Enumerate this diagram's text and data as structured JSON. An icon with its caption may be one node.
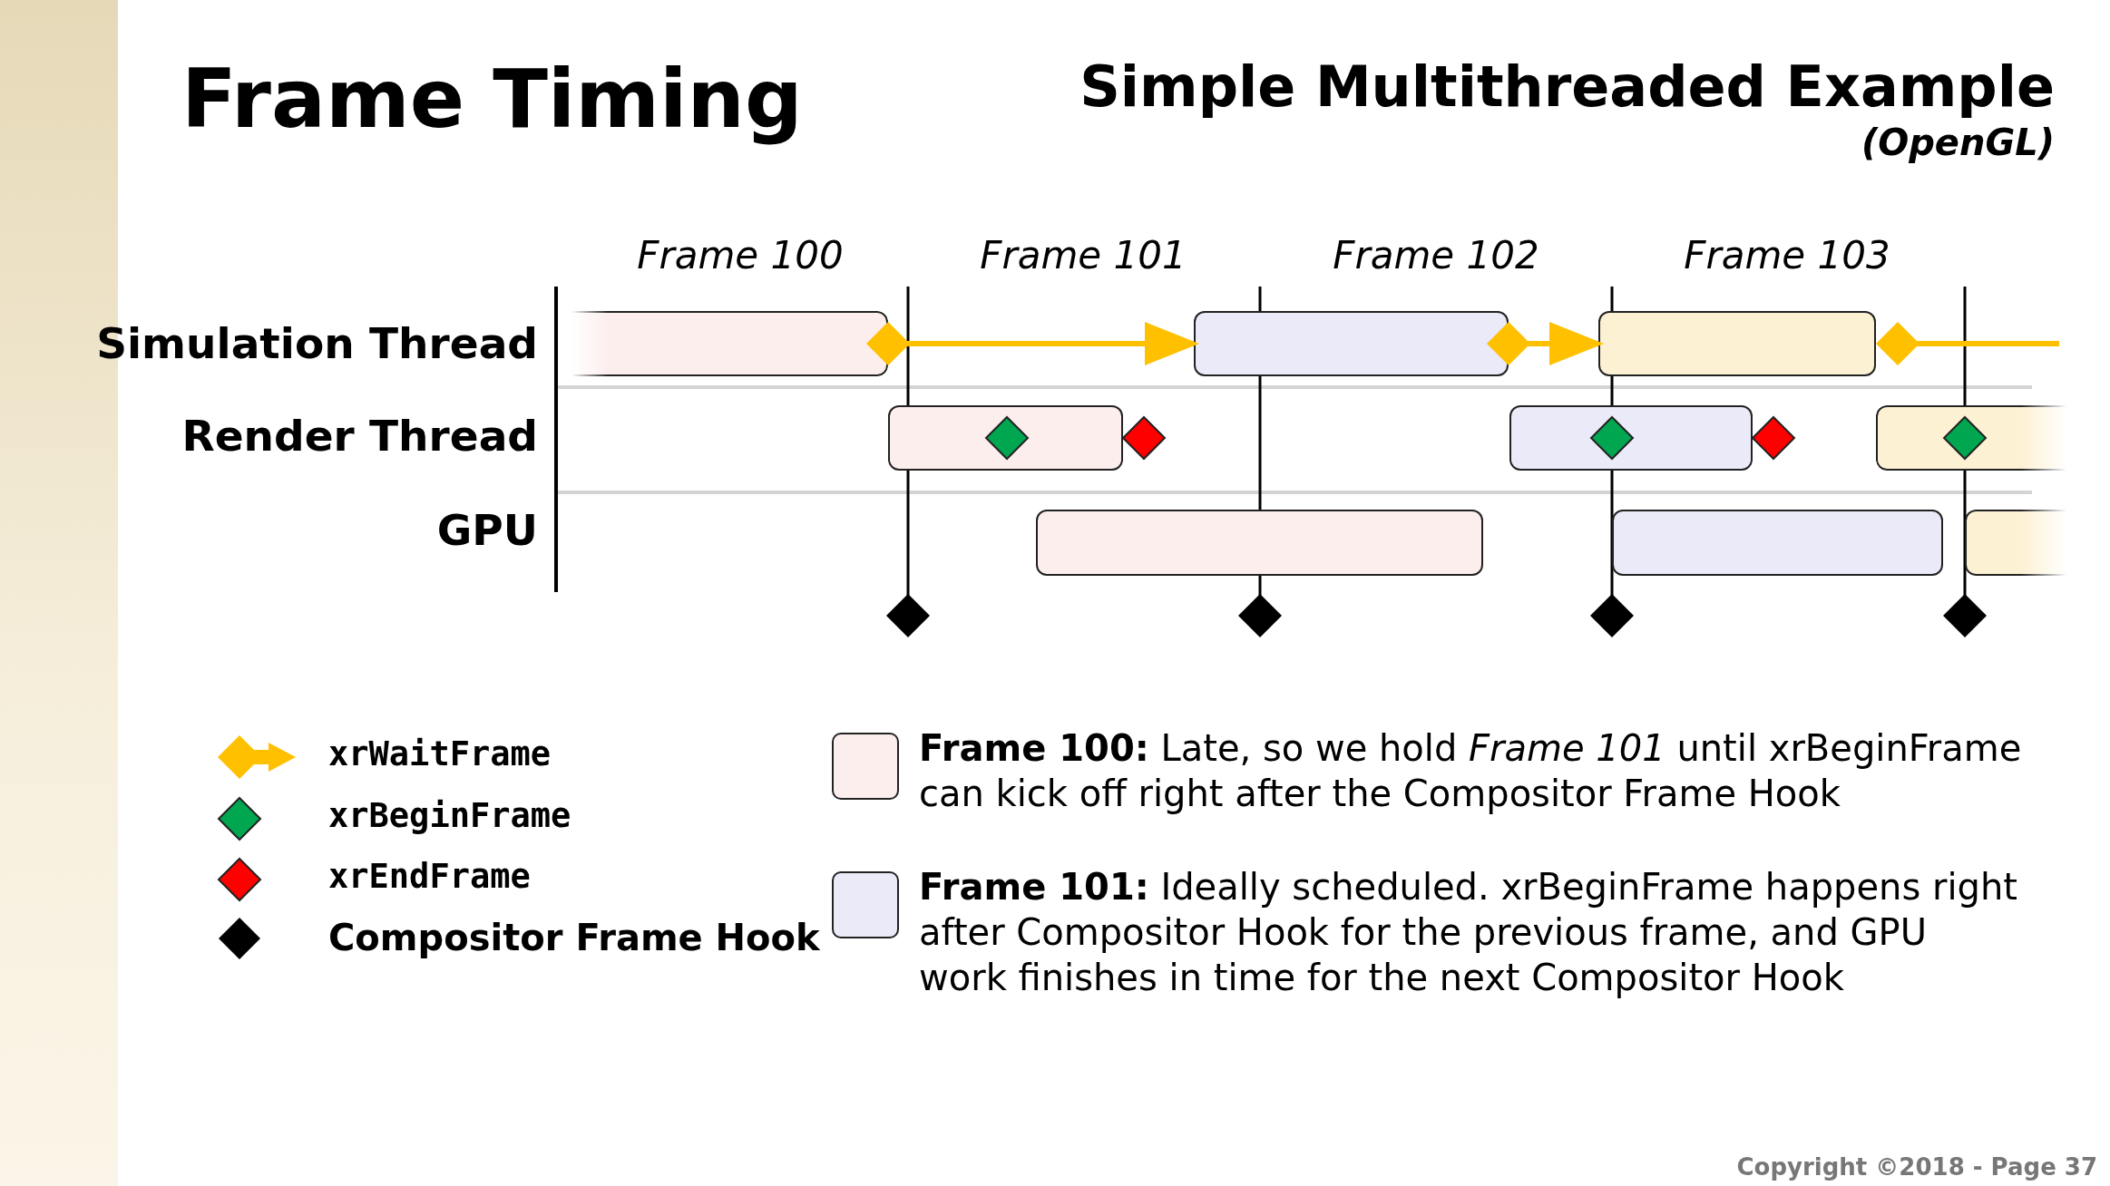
{
  "diagram": {
    "title": "Frame Timing",
    "nodes": [
      {
        "text": [],
        "shape": "bar"
      },
      {
        "text": [],
        "shape": "bar"
      },
      {
        "text": [],
        "shape": "bar"
      },
      {
        "text": [],
        "shape": "bar"
      },
      {
        "text": [],
        "shape": "bar"
      },
      {
        "text": [],
        "shape": "bar"
      },
      {
        "text": [],
        "shape": "bar"
      },
      {
        "text": [],
        "shape": "bar"
      },
      {
        "text": [],
        "shape": "bar"
      }
    ],
    "edges": [
      {
        "from": 0,
        "to": 1,
        "arrow": "to"
      },
      {
        "from": 1,
        "to": 2,
        "arrow": "to"
      },
      {
        "from": 2,
        "to": null,
        "arrow": "other"
      }
    ],
    "labels": [
      "Simple Multithreaded Example",
      "(OpenGL)",
      "Frame 100",
      "Frame 101",
      "Frame 102",
      "Frame 103",
      "Simulation Thread",
      "Render Thread",
      "GPU",
      "Copyright ©2018 - Page 37"
    ],
    "legend": [
      {
        "text": "xrWaitFrame"
      },
      {
        "text": "xrBeginFrame"
      },
      {
        "text": "xrEndFrame"
      },
      {
        "text": "Compositor Frame Hook"
      },
      {
        "text": "**Frame 100:**  Late, so we hold *Frame 101* until xrBeginFrame can kick off right after the Compositor Frame Hook",
        "color": "#fdeeee"
      },
      {
        "text": "**Frame 101:**  Ideally scheduled. xrBeginFrame happens right after Compositor Hook for the previous frame, and GPU work finishes in time for the next Compositor Hook",
        "color": "#eaeaf8"
      }
    ]
  }
}
